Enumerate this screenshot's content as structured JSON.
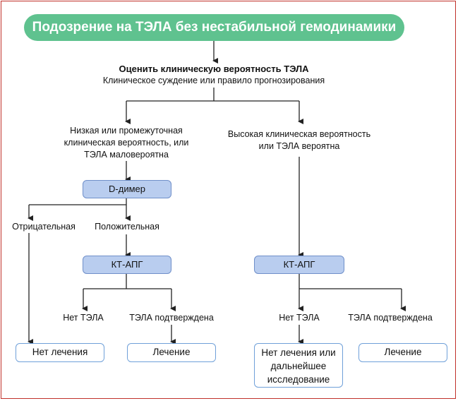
{
  "title": "Подозрение на ТЭЛА без нестабильной гемодинамики",
  "assess": {
    "heading": "Оценить клиническую вероятность ТЭЛА",
    "sub": "Клиническое суждение или правило прогнозирования"
  },
  "left_branch": {
    "prob_line1": "Низкая или промежуточная",
    "prob_line2": "клиническая вероятность, или",
    "prob_line3": "ТЭЛА маловероятна",
    "ddimer": "D-димер",
    "negative": "Отрицательная",
    "positive": "Положительная",
    "ctpa": "КТ-АПГ",
    "no_pe": "Нет ТЭЛА",
    "pe_confirmed": "ТЭЛА подтверждена",
    "no_treatment": "Нет лечения",
    "treatment": "Лечение"
  },
  "right_branch": {
    "prob_line1": "Высокая клиническая вероятность",
    "prob_line2": "или ТЭЛА вероятна",
    "ctpa": "КТ-АПГ",
    "no_pe": "Нет ТЭЛА",
    "pe_confirmed": "ТЭЛА подтверждена",
    "no_treatment_line1": "Нет лечения или",
    "no_treatment_line2": "дальнейшее",
    "no_treatment_line3": "исследование",
    "treatment": "Лечение"
  }
}
